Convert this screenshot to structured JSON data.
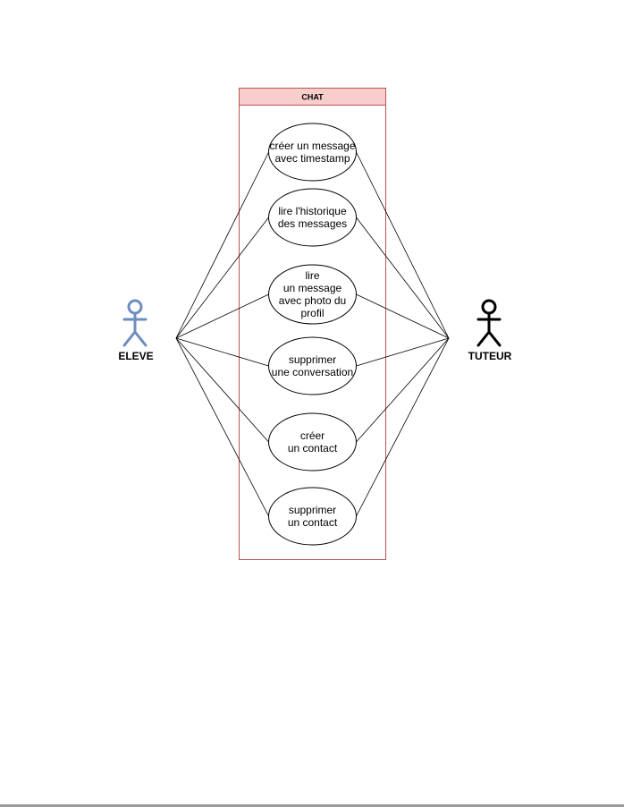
{
  "system": {
    "title": "CHAT",
    "header_fill": "#f8cecc",
    "border_color": "#b85450"
  },
  "actors": [
    {
      "id": "eleve",
      "label": "ELEVE",
      "color": "#6c8ebf"
    },
    {
      "id": "tuteur",
      "label": "TUTEUR",
      "color": "#000000"
    }
  ],
  "use_cases": [
    {
      "id": "uc1",
      "lines": [
        "créer un message",
        "avec timestamp"
      ]
    },
    {
      "id": "uc2",
      "lines": [
        "lire l'historique",
        "des messages"
      ]
    },
    {
      "id": "uc3",
      "lines": [
        "lire",
        "un message",
        "avec photo du",
        "profil"
      ]
    },
    {
      "id": "uc4",
      "lines": [
        "supprimer",
        "une conversation"
      ]
    },
    {
      "id": "uc5",
      "lines": [
        "créer",
        "un contact"
      ]
    },
    {
      "id": "uc6",
      "lines": [
        "supprimer",
        "un contact"
      ]
    }
  ],
  "associations": [
    {
      "actor": "eleve",
      "use_case": "uc1"
    },
    {
      "actor": "eleve",
      "use_case": "uc2"
    },
    {
      "actor": "eleve",
      "use_case": "uc3"
    },
    {
      "actor": "eleve",
      "use_case": "uc4"
    },
    {
      "actor": "eleve",
      "use_case": "uc5"
    },
    {
      "actor": "eleve",
      "use_case": "uc6"
    },
    {
      "actor": "tuteur",
      "use_case": "uc1"
    },
    {
      "actor": "tuteur",
      "use_case": "uc2"
    },
    {
      "actor": "tuteur",
      "use_case": "uc3"
    },
    {
      "actor": "tuteur",
      "use_case": "uc4"
    },
    {
      "actor": "tuteur",
      "use_case": "uc5"
    },
    {
      "actor": "tuteur",
      "use_case": "uc6"
    }
  ]
}
